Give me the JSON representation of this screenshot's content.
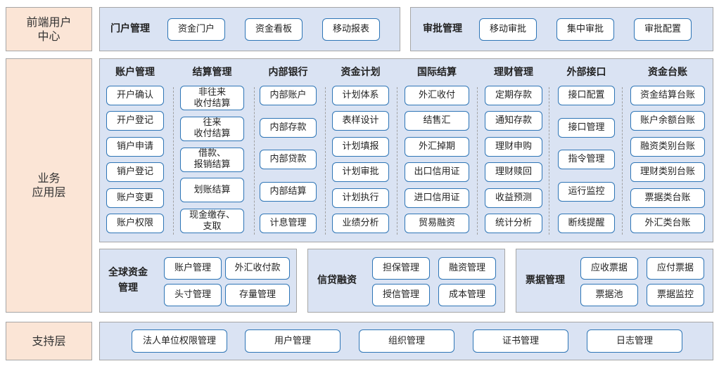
{
  "layers": {
    "frontend": "前端用户\n中心",
    "business": "业务\n应用层",
    "support": "支持层"
  },
  "portal": {
    "title": "门户管理",
    "items": [
      "资金门户",
      "资金看板",
      "移动报表"
    ]
  },
  "approval": {
    "title": "审批管理",
    "items": [
      "移动审批",
      "集中审批",
      "审批配置"
    ]
  },
  "modules": [
    {
      "title": "账户管理",
      "items": [
        "开户确认",
        "开户登记",
        "销户申请",
        "销户登记",
        "账户变更",
        "账户权限"
      ]
    },
    {
      "title": "结算管理",
      "items": [
        "非往来\n收付结算",
        "往来\n收付结算",
        "借款、\n报销结算",
        "划账结算",
        "现金缴存、\n支取"
      ]
    },
    {
      "title": "内部银行",
      "items": [
        "内部账户",
        "内部存款",
        "内部贷款",
        "内部结算",
        "计息管理"
      ]
    },
    {
      "title": "资金计划",
      "items": [
        "计划体系",
        "表样设计",
        "计划填报",
        "计划审批",
        "计划执行",
        "业绩分析"
      ]
    },
    {
      "title": "国际结算",
      "items": [
        "外汇收付",
        "结售汇",
        "外汇掉期",
        "出口信用证",
        "进口信用证",
        "贸易融资"
      ]
    },
    {
      "title": "理财管理",
      "items": [
        "定期存款",
        "通知存款",
        "理财申购",
        "理财赎回",
        "收益预测",
        "统计分析"
      ]
    },
    {
      "title": "外部接口",
      "items": [
        "接口配置",
        "接口管理",
        "指令管理",
        "运行监控",
        "断线提醒"
      ]
    },
    {
      "title": "资金台账",
      "items": [
        "资金结算台账",
        "账户余额台账",
        "融资类别台账",
        "理财类别台账",
        "票据类台账",
        "外汇类台账"
      ]
    }
  ],
  "global": {
    "title": "全球资金\n管理",
    "items": [
      "账户管理",
      "外汇收付款",
      "头寸管理",
      "存量管理"
    ]
  },
  "credit": {
    "title": "信贷融资",
    "items": [
      "担保管理",
      "融资管理",
      "授信管理",
      "成本管理"
    ]
  },
  "bills": {
    "title": "票据管理",
    "items": [
      "应收票据",
      "应付票据",
      "票据池",
      "票据监控"
    ]
  },
  "support_items": [
    "法人单位权限管理",
    "用户管理",
    "组织管理",
    "证书管理",
    "日志管理"
  ]
}
